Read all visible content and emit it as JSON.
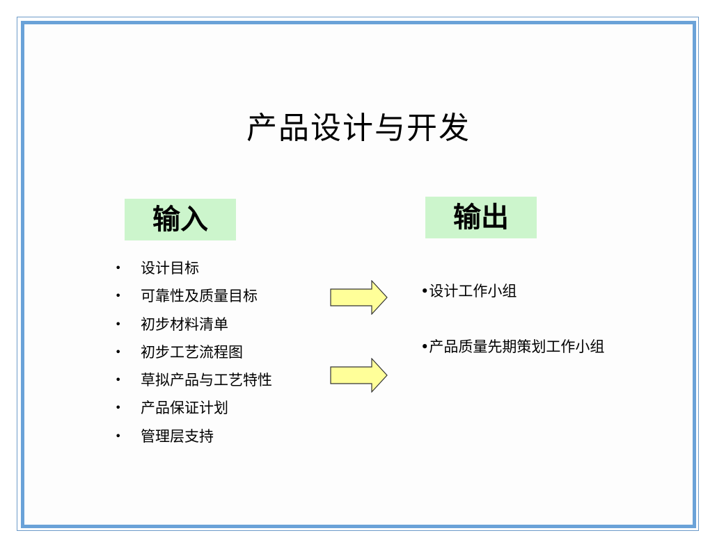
{
  "slide": {
    "title": "产品设计与开发",
    "input_label": "输入",
    "output_label": "输出",
    "bullet": "•",
    "inputs": [
      "设计目标",
      "可靠性及质量目标",
      "初步材料清单",
      "初步工艺流程图",
      "草拟产品与工艺特性",
      "产品保证计划",
      "管理层支持"
    ],
    "outputs": [
      "•设计工作小组",
      "•产品质量先期策划工作小组"
    ],
    "colors": {
      "border": "#6aa2d8",
      "label_bg": "#ccf5cc",
      "arrow_fill": "#ffff99"
    }
  }
}
